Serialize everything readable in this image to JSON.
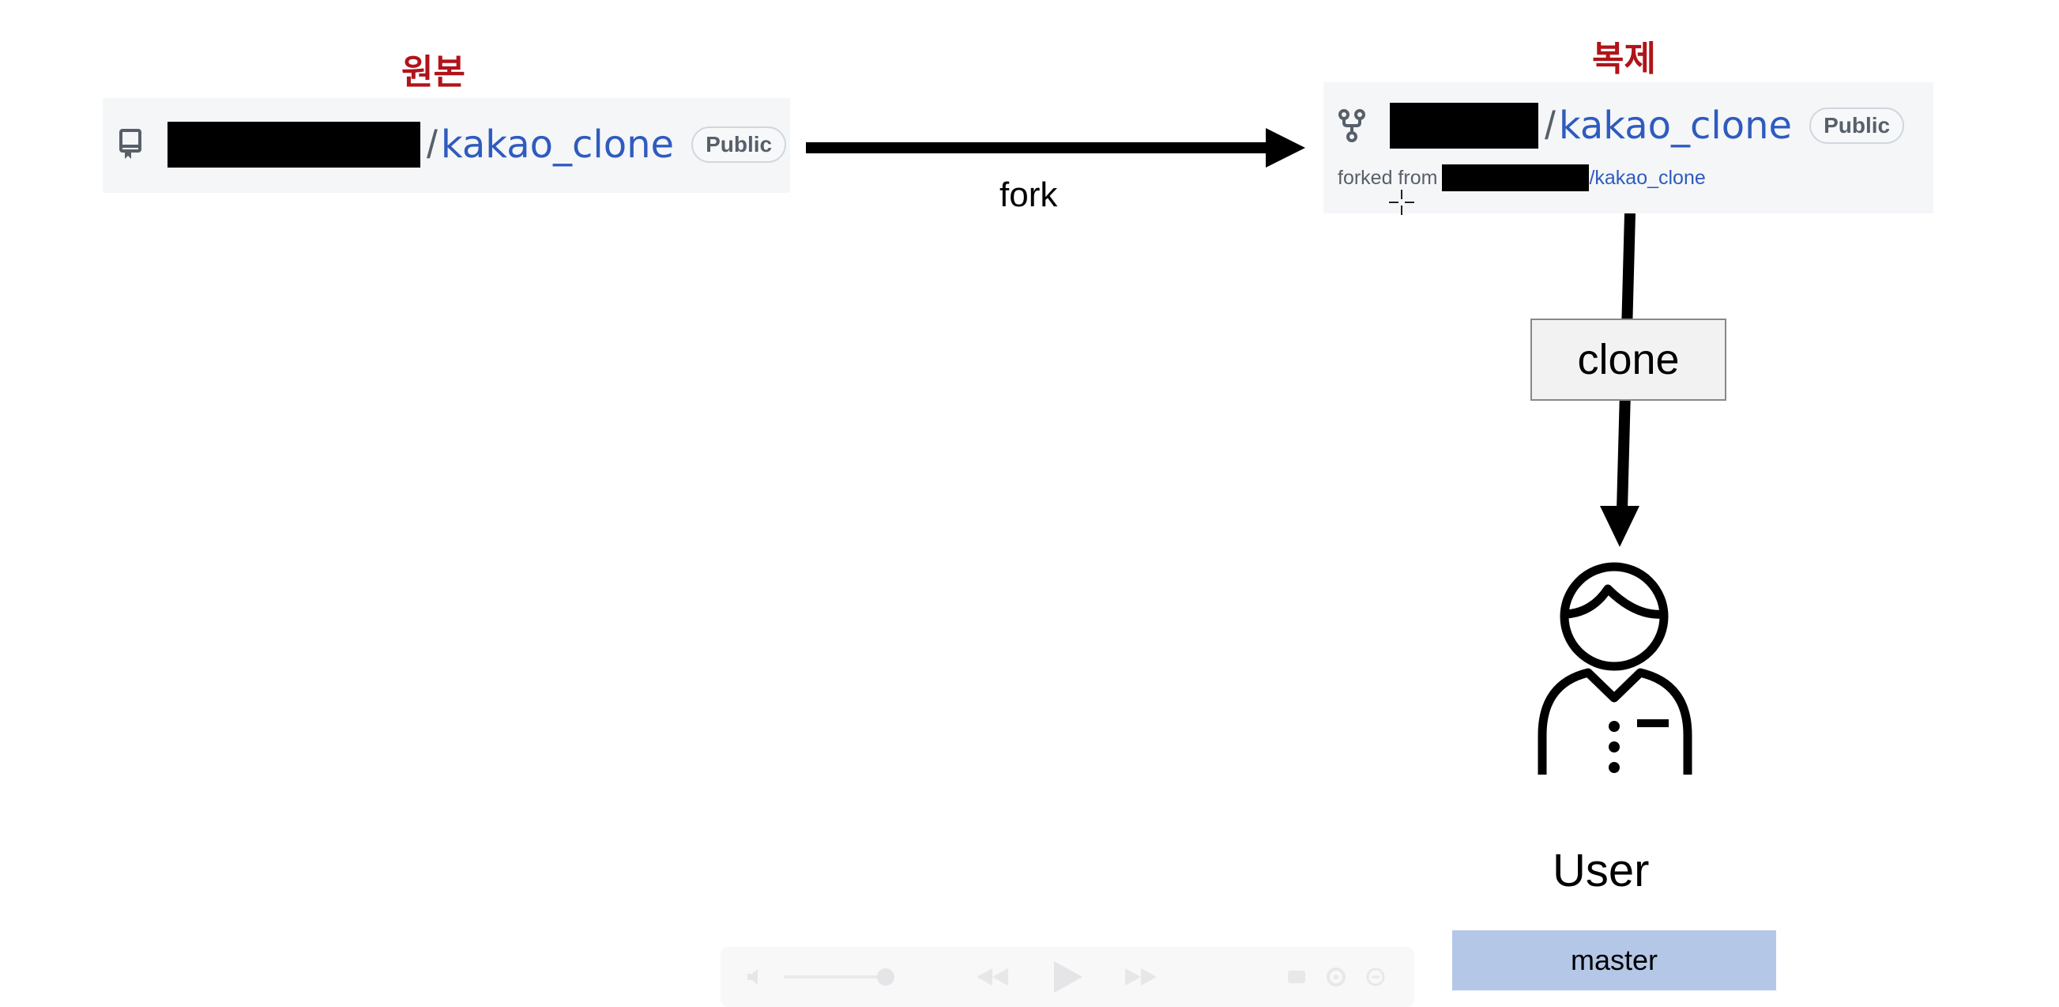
{
  "original": {
    "heading": "원본",
    "slash": "/",
    "repo_name": "kakao_clone",
    "badge": "Public"
  },
  "fork_label": "fork",
  "copy": {
    "heading": "복제",
    "slash": "/",
    "repo_name": "kakao_clone",
    "badge": "Public",
    "forked_from_prefix": "forked from",
    "forked_from_link": "/kakao_clone"
  },
  "clone_label": "clone",
  "user_label": "User",
  "branch_label": "master",
  "colors": {
    "heading": "#b0141a",
    "link": "#2f5bbf",
    "branch_box": "#b4c7e7"
  },
  "icons": {
    "original_repo": "repo-icon",
    "copy_repo": "fork-icon"
  }
}
